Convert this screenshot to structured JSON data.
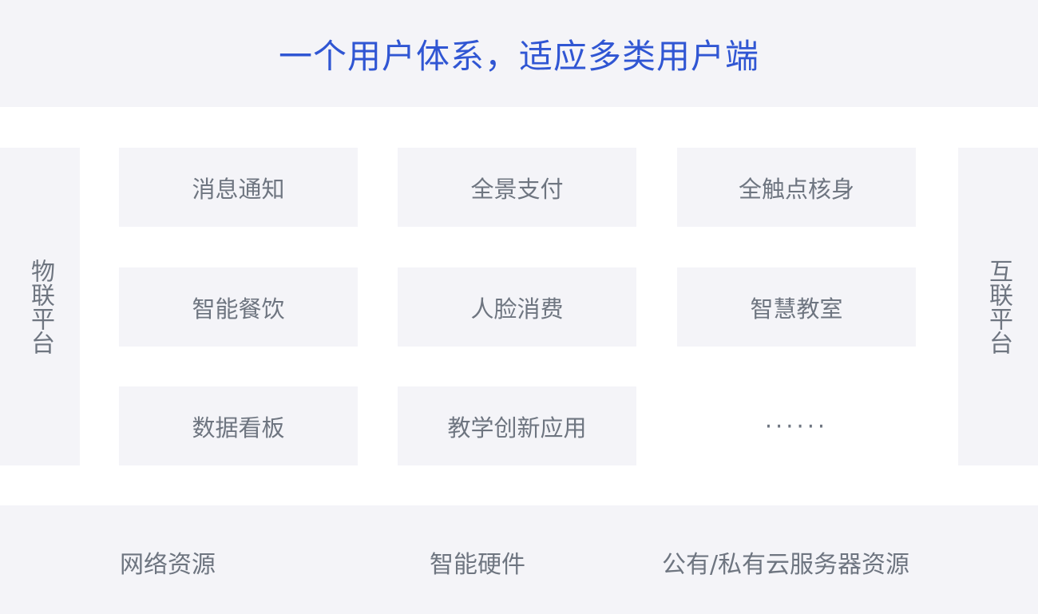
{
  "header": {
    "title": "一个用户体系，适应多类用户端"
  },
  "left_panel": {
    "label": "物联平台"
  },
  "right_panel": {
    "label": "互联平台"
  },
  "modules": [
    "消息通知",
    "全景支付",
    "全触点核身",
    "智能餐饮",
    "人脸消费",
    "智慧教室",
    "数据看板",
    "教学创新应用",
    "······"
  ],
  "footer": {
    "items": [
      "网络资源",
      "智能硬件",
      "公有/私有云服务器资源"
    ]
  },
  "colors": {
    "title": "#3056d3",
    "text": "#6e7580",
    "panel": "#f4f4f8"
  }
}
